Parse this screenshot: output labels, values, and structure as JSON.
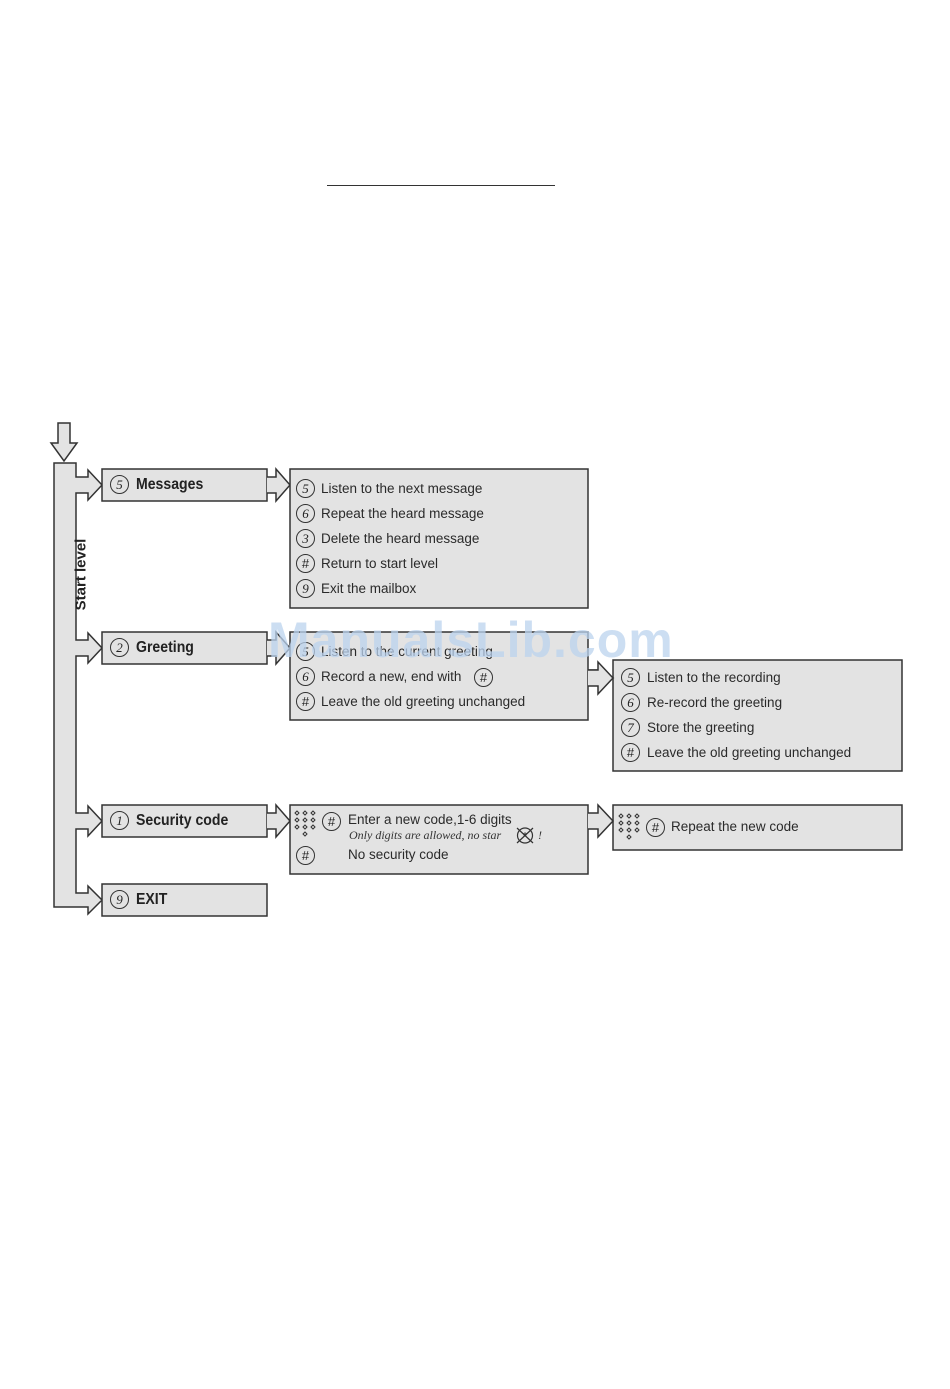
{
  "start_level_label": "Start level",
  "menus": {
    "messages": {
      "key": "5",
      "label": "Messages"
    },
    "greeting": {
      "key": "2",
      "label": "Greeting"
    },
    "security": {
      "key": "1",
      "label": "Security  code"
    },
    "exit": {
      "key": "9",
      "label": "EXIT"
    }
  },
  "messages_options": [
    {
      "key": "5",
      "text": "Listen to the next message"
    },
    {
      "key": "6",
      "text": "Repeat the heard message"
    },
    {
      "key": "3",
      "text": "Delete the heard message"
    },
    {
      "key": "#",
      "text": "Return to start level"
    },
    {
      "key": "9",
      "text": "Exit the mailbox"
    }
  ],
  "greeting_options": [
    {
      "key": "5",
      "text": "Listen to the current greeting"
    },
    {
      "key": "6",
      "text": "Record a new, end with",
      "end_key": "#"
    },
    {
      "key": "#",
      "text": "Leave the old greeting unchanged"
    }
  ],
  "recording_options": [
    {
      "key": "5",
      "text": "Listen to the recording"
    },
    {
      "key": "6",
      "text": "Re-record the greeting"
    },
    {
      "key": "7",
      "text": "Store the greeting"
    },
    {
      "key": "#",
      "text": "Leave the old greeting unchanged"
    }
  ],
  "security_options": {
    "enter": {
      "key": "#",
      "text": "Enter a new code,1-6 digits",
      "note": "Only digits are allowed, no star",
      "note_end": "!"
    },
    "none": {
      "key": "#",
      "text": "No security code"
    }
  },
  "repeat_code": {
    "key": "#",
    "text": "Repeat the new code"
  },
  "watermark": "ManualsLib.com",
  "colors": {
    "box_fill": "#e3e3e3",
    "stroke": "#333333",
    "watermark": "#bcd3ee"
  }
}
